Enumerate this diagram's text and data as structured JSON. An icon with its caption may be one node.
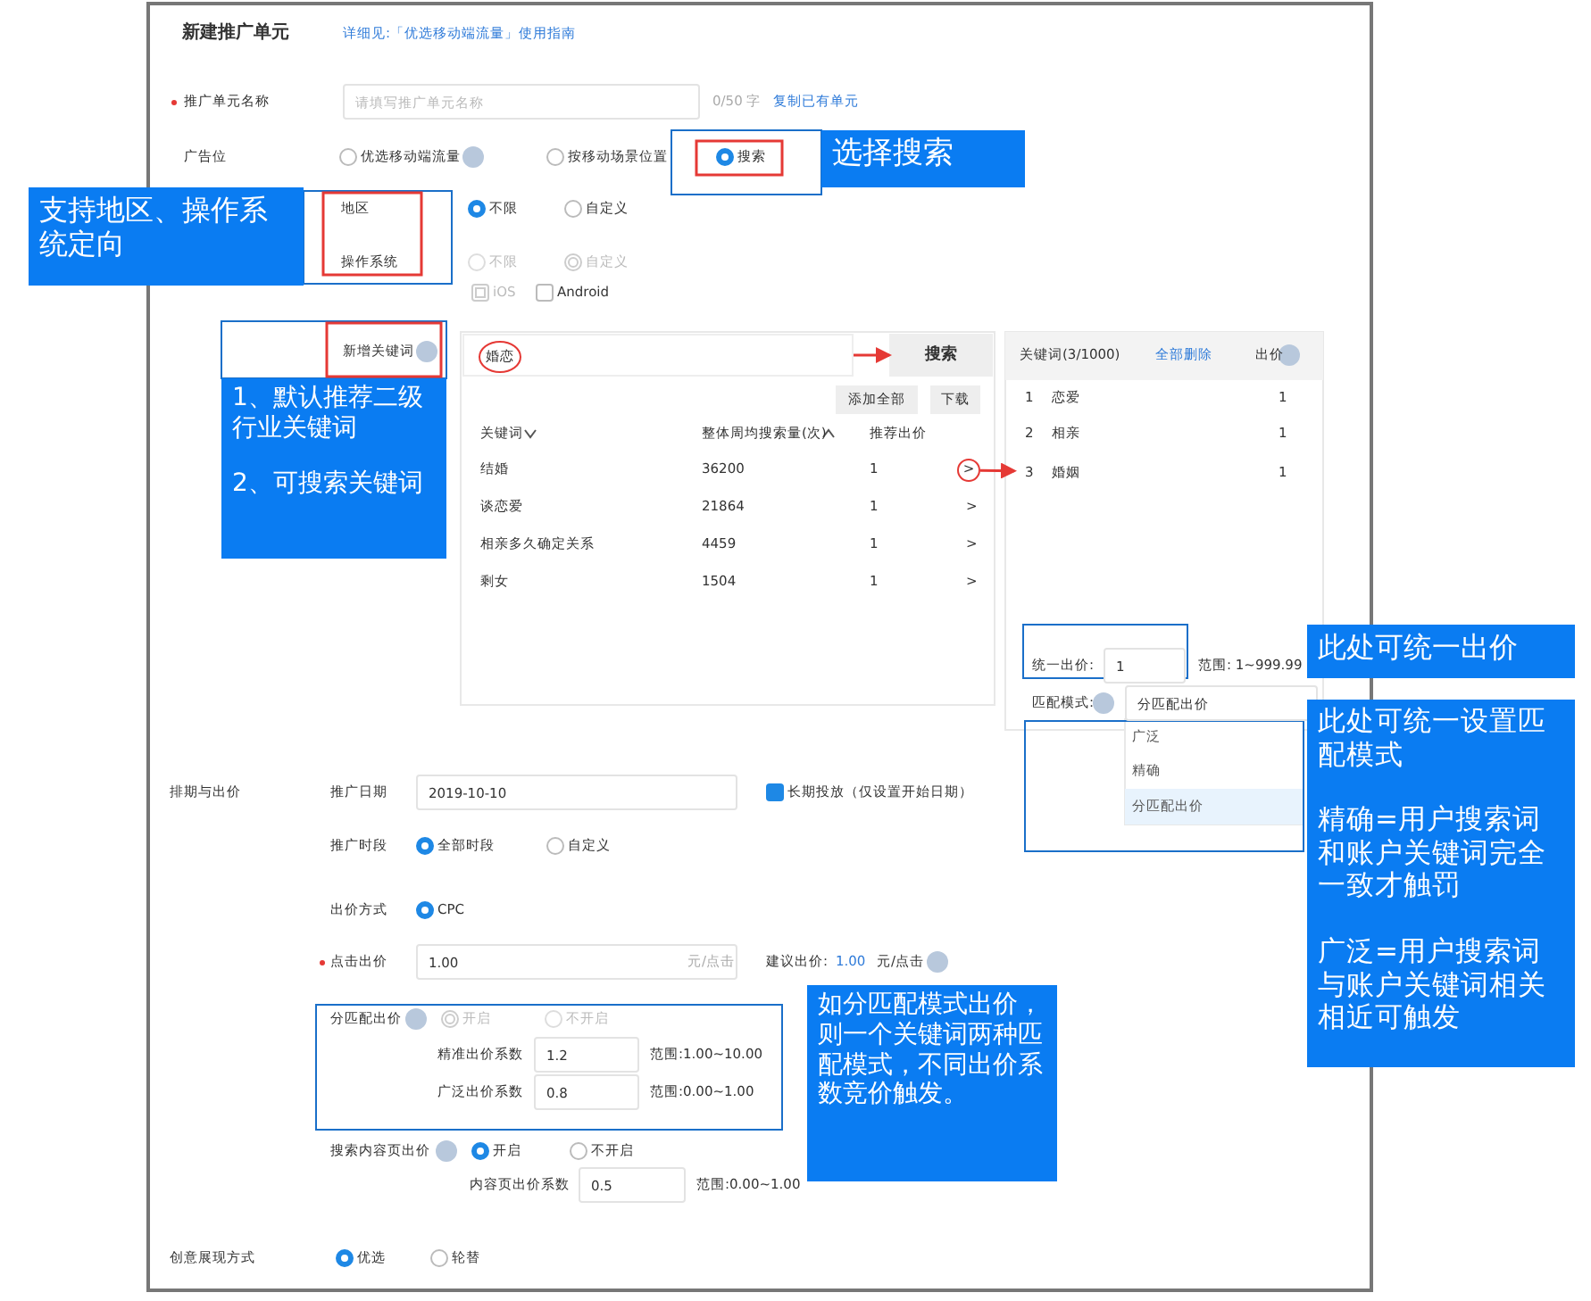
{
  "diagram": {
    "nodes": [
      {
        "text": [
          "婚恋"
        ]
      },
      {
        "text": [
          "搜索"
        ]
      },
      {
        "text": [
          ">"
        ]
      },
      {
        "text": [
          "3",
          "婚姻",
          "1"
        ]
      },
      {
        "text": [
          "选择搜索"
        ]
      },
      {
        "text": [
          "支持地区、操作系统定向"
        ]
      },
      {
        "text": [
          "1、默认推荐二级行业关键词",
          "2、可搜索关键词"
        ]
      },
      {
        "text": [
          "此处可统一出价"
        ]
      },
      {
        "text": [
          "此处可统一设置匹配模式",
          "精确=用户搜索词和账户关键词完全一致才触罚",
          "广泛=用户搜索词与账户关键词相关相近可触发"
        ]
      },
      {
        "text": [
          "如分匹配模式出价，则一个关键词两种匹配模式，不同出价系数竞价触发。"
        ]
      }
    ],
    "edges": [
      {
        "from": 0,
        "to": 1,
        "arrow": "to"
      },
      {
        "from": 2,
        "to": 3,
        "arrow": "to"
      }
    ],
    "labels": [
      "新建推广单元",
      "详细见:「优选移动端流量」使用指南",
      "推广单元名称",
      "请填写推广单元名称",
      "0/50 字",
      "复制已有单元",
      "广告位",
      "优选移动端流量",
      "按移动场景位置",
      "搜索",
      "地区",
      "不限",
      "自定义",
      "操作系统",
      "不限",
      "自定义",
      "iOS",
      "Android",
      "新增关键词",
      "添加全部",
      "下载",
      "关键词",
      "整体周均搜索量(次)",
      "推荐出价",
      "结婚",
      "36200",
      "1",
      "谈恋爱",
      "21864",
      "1",
      ">",
      "相亲多久确定关系",
      "4459",
      "1",
      ">",
      "剩女",
      "1504",
      "1",
      ">",
      "关键词(3/1000)",
      "全部删除",
      "出价",
      "1",
      "恋爱",
      "1",
      "2",
      "相亲",
      "1",
      "统一出价:",
      "1",
      "范围: 1~999.99",
      "匹配模式:",
      "分匹配出价",
      "广泛",
      "精确",
      "分匹配出价",
      "排期与出价",
      "推广日期",
      "2019-10-10",
      "长期投放（仅设置开始日期）",
      "推广时段",
      "全部时段",
      "自定义",
      "出价方式",
      "CPC",
      "点击出价",
      "1.00",
      "元/点击",
      "建议出价:",
      "1.00",
      "元/点击",
      "分匹配出价",
      "开启",
      "不开启",
      "精准出价系数",
      "1.2",
      "范围:1.00~10.00",
      "广泛出价系数",
      "0.8",
      "范围:0.00~1.00",
      "搜索内容页出价",
      "开启",
      "不开启",
      "内容页出价系数",
      "0.5",
      "范围:0.00~1.00",
      "创意展现方式",
      "优选",
      "轮替"
    ]
  }
}
